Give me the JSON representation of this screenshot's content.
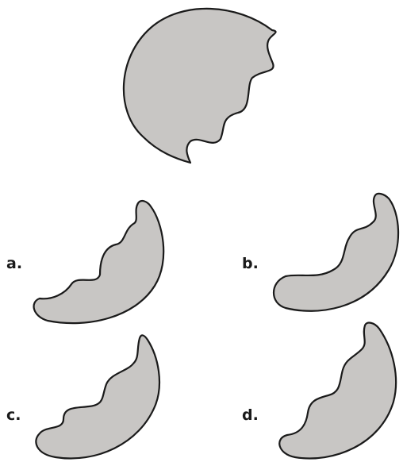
{
  "puzzle": {
    "options": [
      {
        "label": "a."
      },
      {
        "label": "b."
      },
      {
        "label": "c."
      },
      {
        "label": "d."
      }
    ]
  },
  "colors": {
    "shape_fill": "#c8c6c4",
    "outline": "#1a1a1a"
  }
}
